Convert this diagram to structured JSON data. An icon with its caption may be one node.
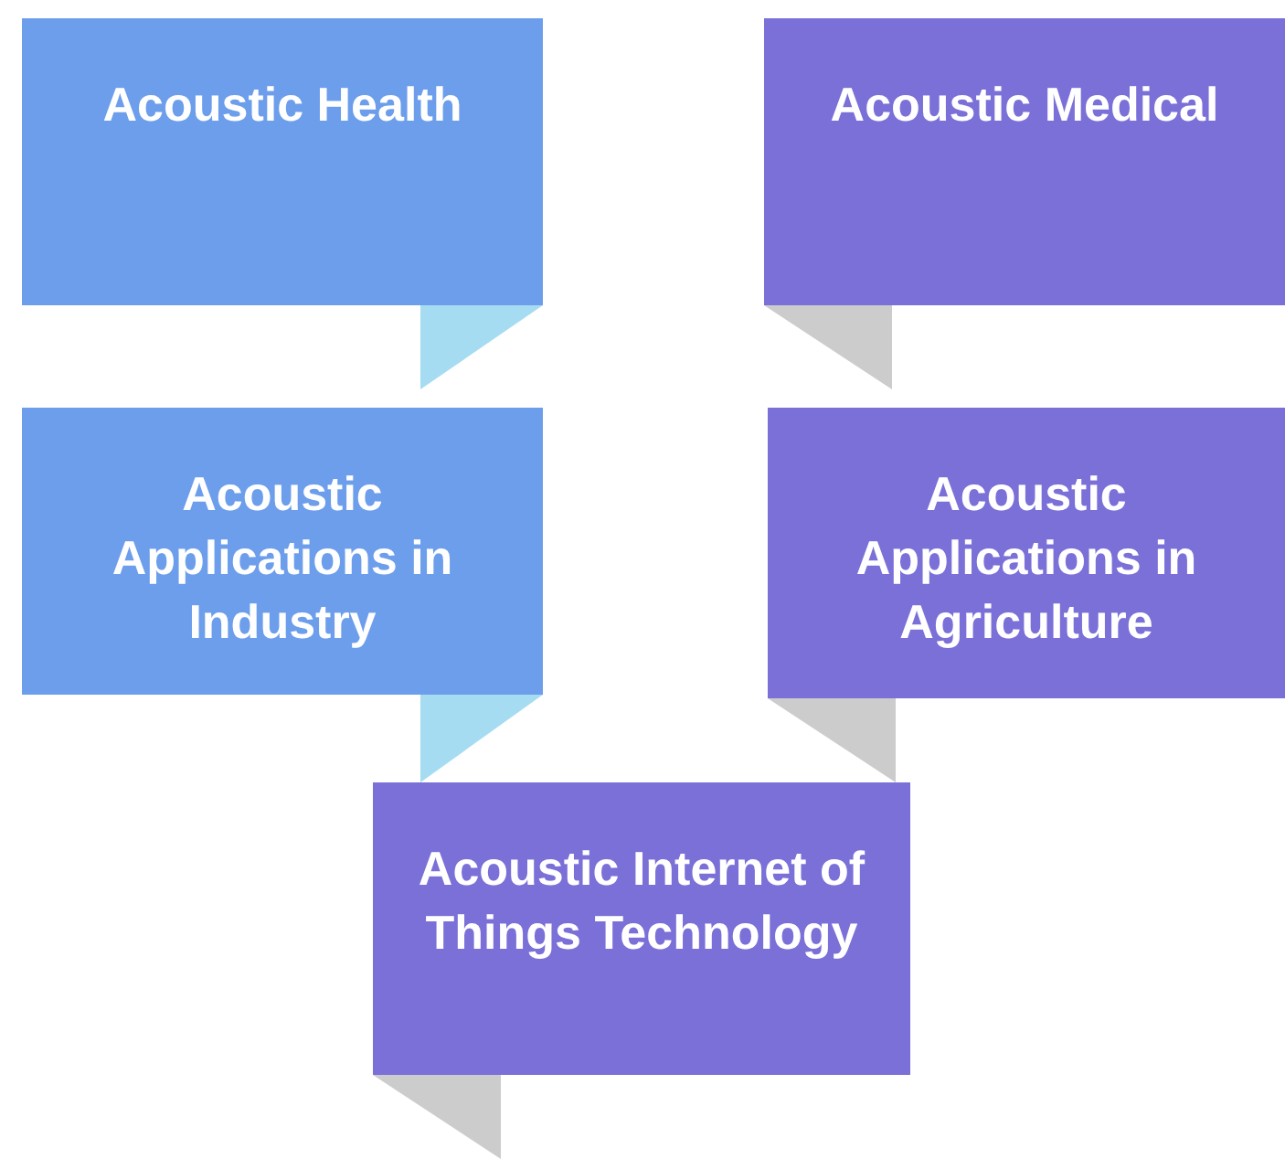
{
  "diagram": {
    "nodes": [
      {
        "text": [
          "Acoustic Health"
        ]
      },
      {
        "text": [
          "Acoustic Medical"
        ]
      },
      {
        "text": [
          "Acoustic Applications in Industry"
        ]
      },
      {
        "text": [
          "Acoustic Applications in Agriculture"
        ]
      },
      {
        "text": [
          "Acoustic Internet of Things Technology"
        ]
      }
    ]
  }
}
